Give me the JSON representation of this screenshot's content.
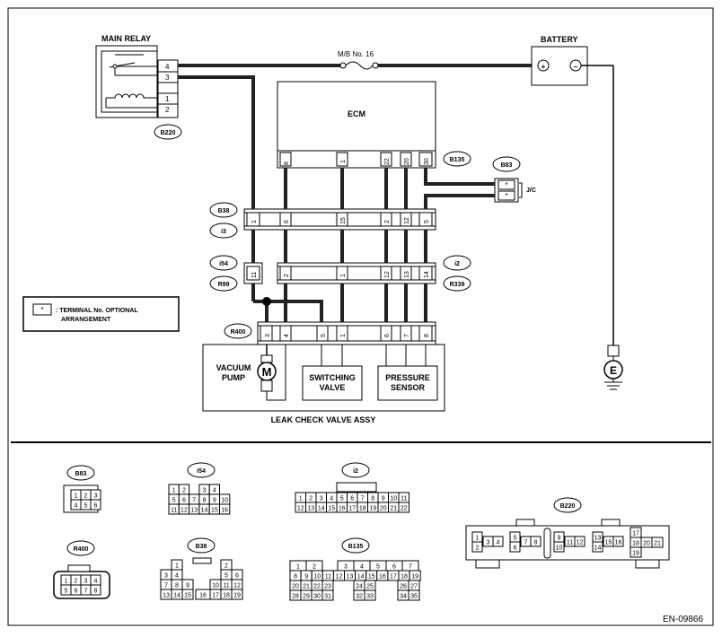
{
  "labels": {
    "main_relay": "MAIN RELAY",
    "battery": "BATTERY",
    "fuse": "M/B No. 16",
    "ecm": "ECM",
    "jc": "J/C",
    "vacuum_pump": "VACUUM PUMP",
    "motor": "M",
    "switching_valve": "SWITCHING VALVE",
    "pressure_sensor": "PRESSURE SENSOR",
    "leak_check": "LEAK CHECK VALVE ASSY",
    "ground": "E",
    "note_symbol": "*",
    "note_text": ": TERMINAL No. OPTIONAL ARRANGEMENT",
    "code": "EN-09866",
    "bat_plus": "+",
    "bat_minus": "−"
  },
  "connector_ids": {
    "B220": "B220",
    "B135": "B135",
    "B83": "B83",
    "B38": "B38",
    "i3": "i3",
    "i54": "i54",
    "R99": "R99",
    "i2": "i2",
    "R339": "R339",
    "R400": "R400"
  },
  "pins": {
    "relay": [
      "4",
      "3",
      "1",
      "2"
    ],
    "ecm": [
      "8",
      "1",
      "22",
      "20",
      "30"
    ],
    "b83": [
      "*",
      "*"
    ],
    "b38": [
      "1",
      "6",
      "15",
      "2",
      "12",
      "5"
    ],
    "i54": [
      "11"
    ],
    "i2": [
      "2",
      "1",
      "12",
      "13",
      "14"
    ],
    "r400": [
      "3",
      "4",
      "5",
      "1",
      "6",
      "7",
      "8"
    ]
  },
  "connector_faces": {
    "B83": {
      "rows": [
        [
          "1",
          "2",
          "3"
        ],
        [
          "4",
          "5",
          "6"
        ]
      ]
    },
    "i54": {
      "rows": [
        [
          "1",
          "2",
          "",
          "3",
          "4"
        ],
        [
          "5",
          "6",
          "7",
          "8",
          "9",
          "10"
        ],
        [
          "11",
          "12",
          "13",
          "14",
          "15",
          "16"
        ]
      ]
    },
    "i2": {
      "rows": [
        [
          "1",
          "2",
          "3",
          "4",
          "5",
          "6",
          "7",
          "8",
          "9",
          "10",
          "11"
        ],
        [
          "12",
          "13",
          "14",
          "15",
          "16",
          "17",
          "18",
          "19",
          "20",
          "21",
          "22"
        ]
      ]
    },
    "R400": {
      "rows": [
        [
          "1",
          "2",
          "3",
          "4"
        ],
        [
          "5",
          "6",
          "7",
          "8"
        ]
      ]
    },
    "B38": {
      "rows": [
        [
          "1",
          "2"
        ],
        [
          "3",
          "4",
          "5",
          "6"
        ],
        [
          "7",
          "8",
          "9",
          "10",
          "11",
          "12"
        ],
        [
          "13",
          "14",
          "15",
          "16",
          "17",
          "18",
          "19"
        ]
      ]
    },
    "B135": {
      "rows": [
        [
          "1",
          "2",
          "3",
          "4",
          "5",
          "6",
          "7"
        ],
        [
          "8",
          "9",
          "10",
          "11",
          "12",
          "13",
          "14",
          "15",
          "16",
          "17",
          "18",
          "19"
        ],
        [
          "20",
          "21",
          "22",
          "23",
          "24",
          "25",
          "26",
          "27"
        ],
        [
          "28",
          "29",
          "30",
          "31",
          "32",
          "33",
          "34",
          "35"
        ]
      ]
    },
    "B220": {
      "groups": [
        [
          "1",
          "2",
          "3",
          "4"
        ],
        [
          "5",
          "6",
          "7",
          "8"
        ],
        [
          "9",
          "10",
          "11",
          "12"
        ],
        [
          "13",
          "14",
          "15",
          "16"
        ],
        [
          "17",
          "18",
          "19",
          "20",
          "21"
        ]
      ]
    }
  }
}
